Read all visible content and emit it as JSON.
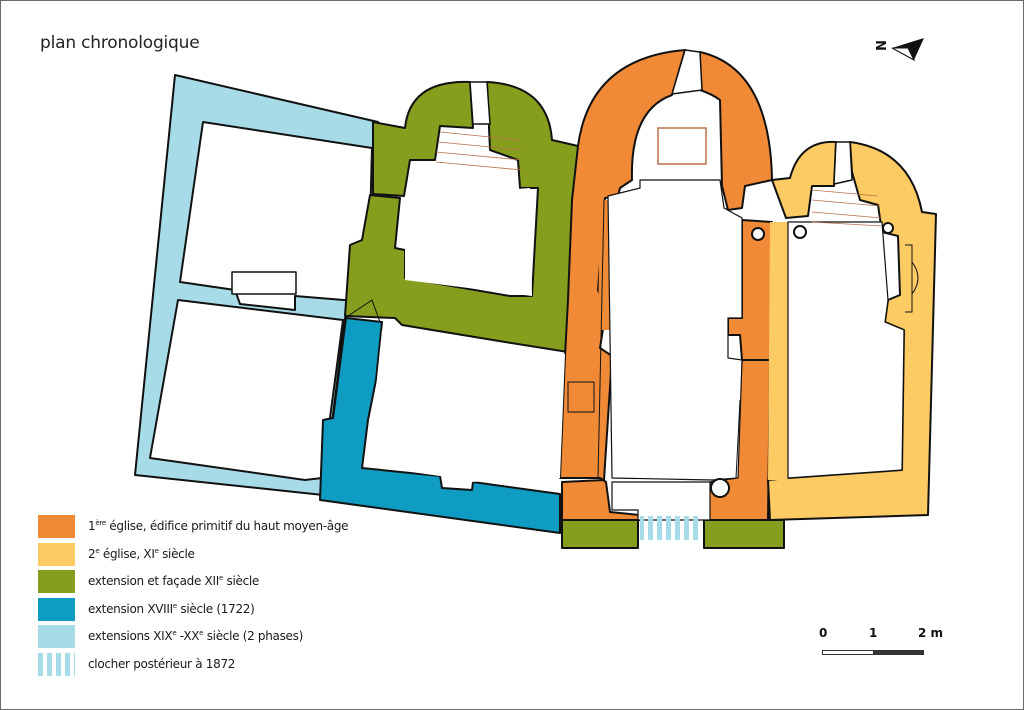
{
  "title": "plan chronologique",
  "colors": {
    "phase1": "#f08a36",
    "phase2": "#fdcb63",
    "phase3": "#859e1d",
    "phase4": "#0e9cc2",
    "phase5": "#a7dbe7",
    "outline": "#111111",
    "detail": "#b8704a"
  },
  "legend": [
    {
      "swatch": "#f08a36",
      "pre": "1",
      "sup": "ère",
      "post": " église, édifice primitif du haut moyen-âge"
    },
    {
      "swatch": "#fdcb63",
      "pre": "2",
      "sup": "e",
      "post": " église, XI",
      "sup2": "e",
      "post2": " siècle"
    },
    {
      "swatch": "#859e1d",
      "pre": "extension et façade XII",
      "sup": "e",
      "post": "  siècle"
    },
    {
      "swatch": "#0e9cc2",
      "pre": "extension XVIII",
      "sup": "e",
      "post": " siècle (1722)"
    },
    {
      "swatch": "#a7dbe7",
      "pre": "extensions XIX",
      "sup": "e",
      "post": " -XX",
      "sup2": "e",
      "post2": " siècle (2 phases)"
    },
    {
      "swatch": "hatch",
      "pre": "clocher postérieur à 1872",
      "sup": "",
      "post": ""
    }
  ],
  "scale": {
    "labels": [
      "0",
      "1",
      "2 m"
    ]
  },
  "north": {
    "letter": "N",
    "icon": "north-arrow-icon"
  }
}
